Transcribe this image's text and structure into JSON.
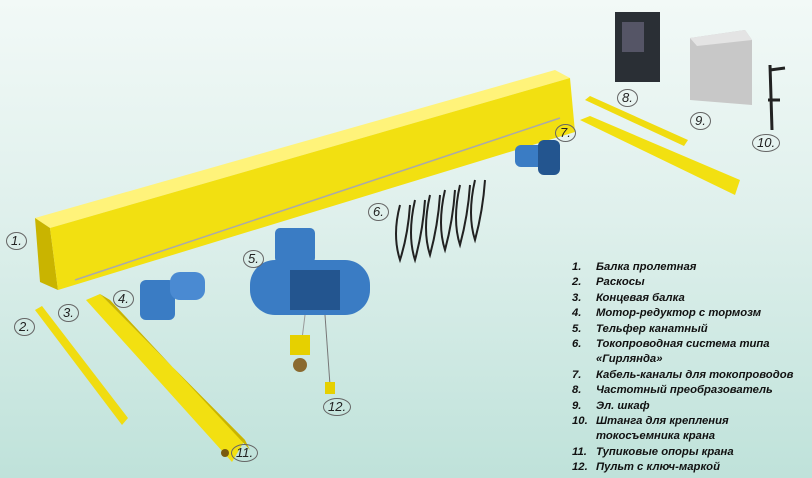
{
  "callouts": [
    "1.",
    "2.",
    "3.",
    "4.",
    "5.",
    "6.",
    "7.",
    "8.",
    "9.",
    "10.",
    "11.",
    "12."
  ],
  "legend": [
    {
      "num": "1.",
      "text": "Балка пролетная"
    },
    {
      "num": "2.",
      "text": "Раскосы"
    },
    {
      "num": "3.",
      "text": "Концевая балка"
    },
    {
      "num": "4.",
      "text": "Мотор-редуктор с тормозм"
    },
    {
      "num": "5.",
      "text": "Тельфер канатный"
    },
    {
      "num": "6.",
      "text": "Токопроводная система типа «Гирлянда»"
    },
    {
      "num": "7.",
      "text": "Кабель-каналы для токопроводов"
    },
    {
      "num": "8.",
      "text": "Частотный преобразователь"
    },
    {
      "num": "9.",
      "text": "Эл. шкаф"
    },
    {
      "num": "10.",
      "text": "Штанга для крепления токосъемника крана"
    },
    {
      "num": "11.",
      "text": "Тупиковые опоры крана"
    },
    {
      "num": "12.",
      "text": "Пульт с ключ-маркой"
    }
  ],
  "colors": {
    "yellow": "#f2e011",
    "yellow_dark": "#c9b400",
    "blue": "#3a7cc4",
    "blue_dark": "#23558f"
  }
}
